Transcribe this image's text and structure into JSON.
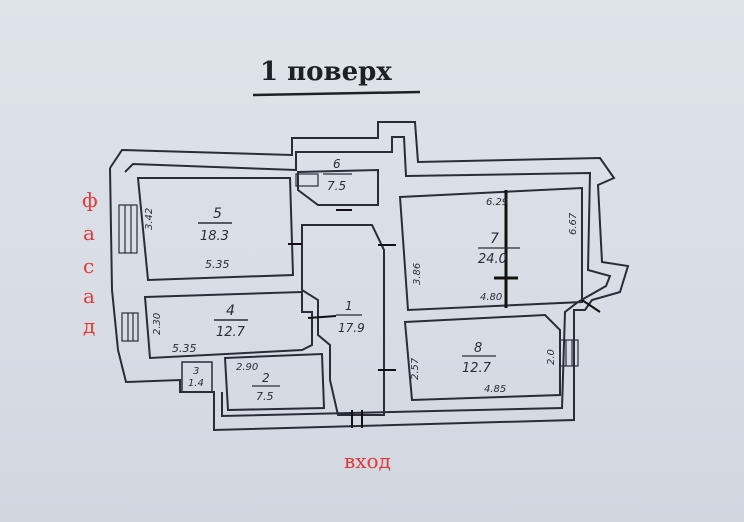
{
  "title": "1 поверх",
  "facade_label": [
    "ф",
    "а",
    "с",
    "а",
    "д"
  ],
  "entrance_label": "вход",
  "colors": {
    "ink": "#2a2d38",
    "red": "#e53935",
    "paper": "#dadee7"
  },
  "rooms": [
    {
      "id": "1",
      "area": "17.9"
    },
    {
      "id": "2",
      "area": "7.5"
    },
    {
      "id": "3",
      "area": "1.4"
    },
    {
      "id": "4",
      "area": "12.7"
    },
    {
      "id": "5",
      "area": "18.3"
    },
    {
      "id": "6",
      "area": "7.5"
    },
    {
      "id": "7",
      "area": "24.0"
    },
    {
      "id": "8",
      "area": "12.7"
    }
  ],
  "dimensions": {
    "r5_height": "3.42",
    "r5_width": "5.35",
    "r4_height": "2.30",
    "r4_width": "5.35",
    "r2_width": "2.90",
    "r7_top": "6.29",
    "r7_left": "3.86",
    "r7_right": "6.67",
    "r7_bottom": "4.80",
    "r8_left": "2.57",
    "r8_right": "2.0",
    "r8_bottom": "4.85"
  }
}
